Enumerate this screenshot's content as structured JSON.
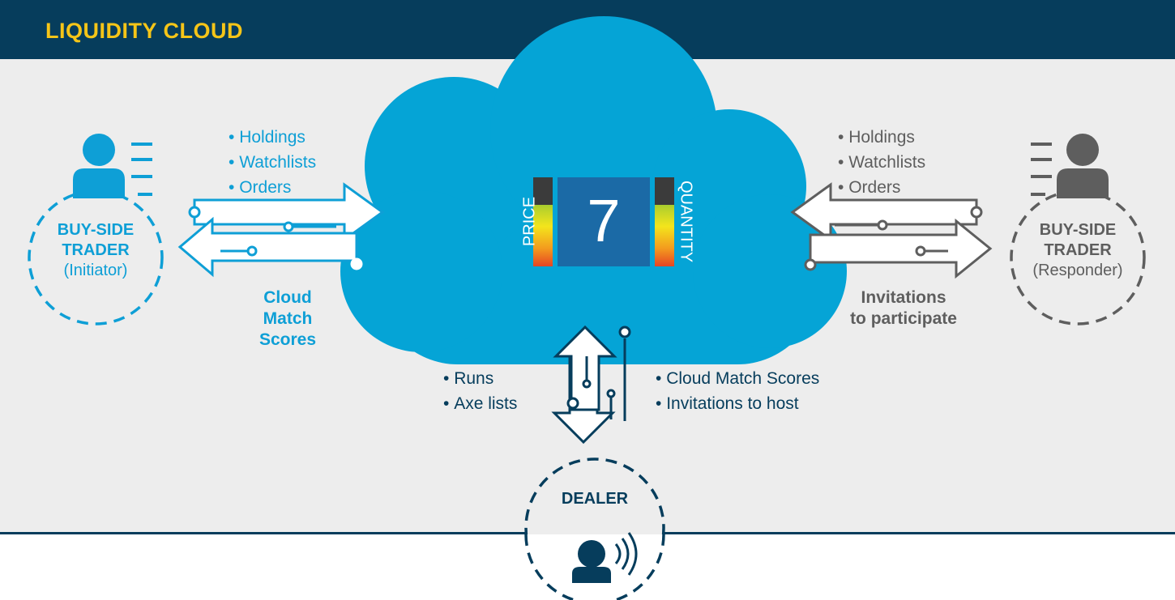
{
  "header": {
    "title": "LIQUIDITY CLOUD"
  },
  "colors": {
    "navy": "#063d5c",
    "cloud": "#05a4d6",
    "accent": "#f5c518",
    "initiator": "#0e9fd6",
    "responder": "#5e5e5e"
  },
  "left_trader": {
    "role": "BUY-SIDE",
    "role2": "TRADER",
    "sub": "(Initiator)",
    "icon": "user-list-icon",
    "sends": [
      "Holdings",
      "Watchlists",
      "Orders"
    ],
    "receives": "Cloud\nMatch\nScores"
  },
  "right_trader": {
    "role": "BUY-SIDE",
    "role2": "TRADER",
    "sub": "(Responder)",
    "icon": "user-list-icon",
    "sends": [
      "Holdings",
      "Watchlists",
      "Orders"
    ],
    "receives": "Invitations\nto participate"
  },
  "cloud": {
    "score": "7",
    "left_label": "PRICE",
    "right_label": "QUANTITY"
  },
  "dealer": {
    "label": "DEALER",
    "icon": "speaking-person-icon",
    "sends": [
      "Runs",
      "Axe lists"
    ],
    "receives": [
      "Cloud Match Scores",
      "Invitations to host"
    ]
  }
}
